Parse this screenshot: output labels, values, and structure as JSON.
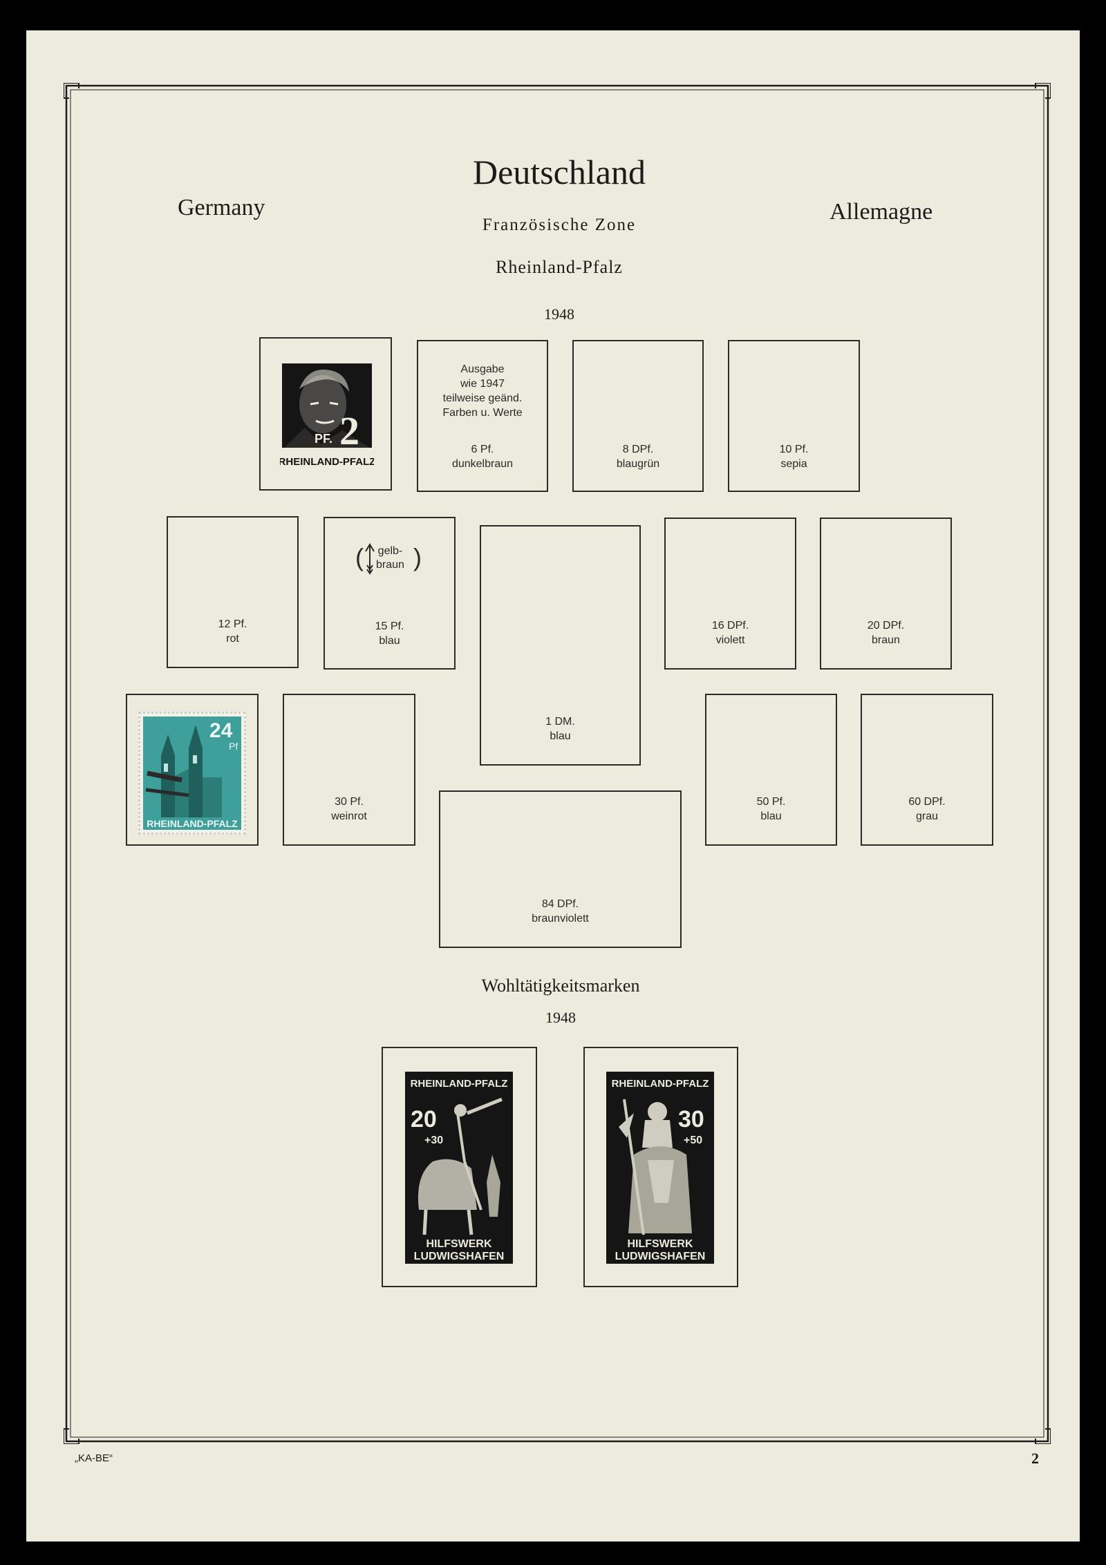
{
  "header": {
    "title": "Deutschland",
    "left_title": "Germany",
    "right_title": "Allemagne",
    "zone": "Französische Zone",
    "region": "Rheinland-Pfalz",
    "year": "1948"
  },
  "slots": [
    {
      "lines": [
        "RHEINLAND-PFALZ",
        "PF.",
        "2"
      ],
      "stamp": "beethoven"
    },
    {
      "lines": [
        "Ausgabe",
        "wie 1947",
        "teilweise geänd.",
        "Farben u. Werte",
        "",
        "6 Pf.",
        "dunkelbraun"
      ]
    },
    {
      "lines": [
        "8 DPf.",
        "blaugrün"
      ]
    },
    {
      "lines": [
        "10 Pf.",
        "sepia"
      ]
    },
    {
      "lines": [
        "12 Pf.",
        "rot"
      ]
    },
    {
      "lines": [
        "gelb-",
        "braun",
        "15 Pf.",
        "blau"
      ]
    },
    {
      "lines": [
        "1 DM.",
        "blau"
      ]
    },
    {
      "lines": [
        "16 DPf.",
        "violett"
      ]
    },
    {
      "lines": [
        "20 DPf.",
        "braun"
      ]
    },
    {
      "lines": [
        "RHEINLAND-PFALZ",
        "24",
        "Pf"
      ],
      "stamp": "cathedral"
    },
    {
      "lines": [
        "30 Pf.",
        "weinrot"
      ]
    },
    {
      "lines": [
        "50 Pf.",
        "blau"
      ]
    },
    {
      "lines": [
        "60 DPf.",
        "grau"
      ]
    },
    {
      "lines": [
        "84 DPf.",
        "braunviolett"
      ]
    }
  ],
  "charity": {
    "title": "Wohltätigkeitsmarken",
    "year": "1948",
    "stamps": [
      {
        "top": "RHEINLAND-PFALZ",
        "value": "20",
        "surcharge": "+30",
        "bottom1": "HILFSWERK",
        "bottom2": "LUDWIGSHAFEN"
      },
      {
        "top": "RHEINLAND-PFALZ",
        "value": "30",
        "surcharge": "+50",
        "bottom1": "HILFSWERK",
        "bottom2": "LUDWIGSHAFEN"
      }
    ]
  },
  "footer": {
    "publisher": "„KA-BE“",
    "page_number": "2"
  },
  "colors": {
    "paper": "#ecebdd",
    "ink": "#1d1c1a",
    "stamp_dark": "#151515",
    "stamp_teal": "#3f9f9a"
  }
}
